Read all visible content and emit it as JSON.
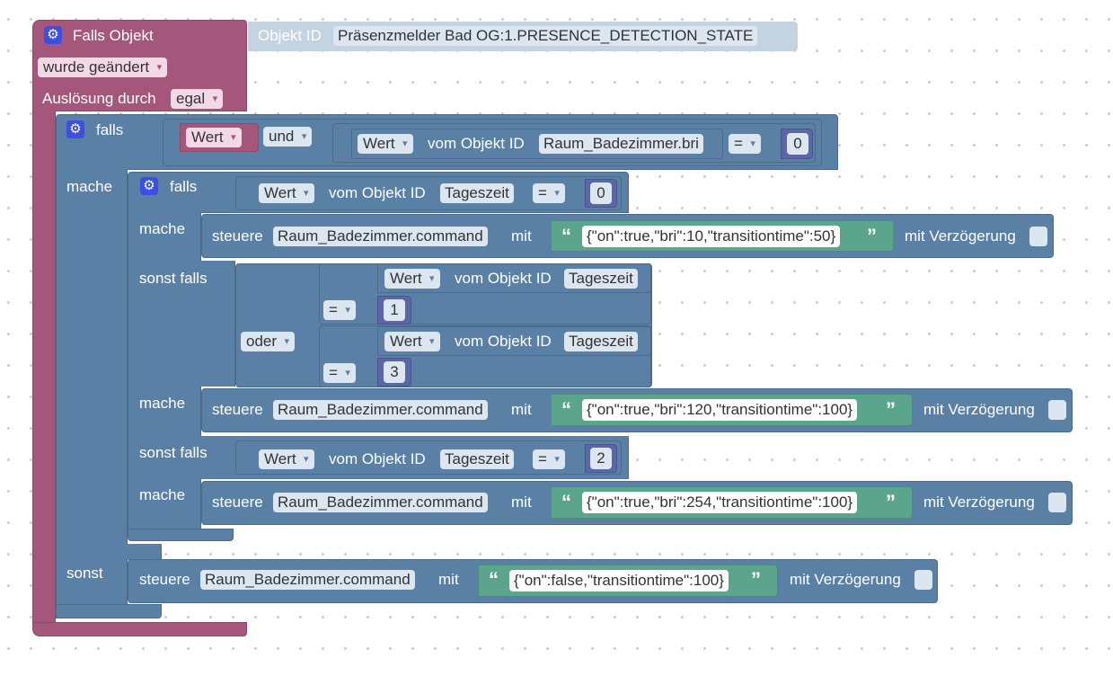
{
  "trigger": {
    "title": "Falls Objekt",
    "objekt_id_label": "Objekt ID",
    "objekt_id_value": "Präsenzmelder Bad OG:1.PRESENCE_DETECTION_STATE",
    "change_mode": "wurde geändert",
    "ausloesung_label": "Auslösung durch",
    "ausloesung_value": "egal"
  },
  "outer_if": {
    "falls_label": "falls",
    "wert_dropdown": "Wert",
    "logic_op": "und",
    "cond_wert": "Wert",
    "vom_objekt_label": "vom Objekt ID",
    "cond_object": "Raum_Badezimmer.bri",
    "cond_op": "=",
    "cond_value": "0",
    "mache_label": "mache",
    "sonst_label": "sonst"
  },
  "inner_if": {
    "falls_label": "falls",
    "c1_wert": "Wert",
    "vom_objekt_label": "vom Objekt ID",
    "c1_object": "Tageszeit",
    "c1_op": "=",
    "c1_value": "0",
    "mache_label": "mache",
    "sonst_falls_label": "sonst falls",
    "or_op": "oder",
    "c2a_wert": "Wert",
    "c2a_object": "Tageszeit",
    "c2a_op": "=",
    "c2a_value": "1",
    "c2b_wert": "Wert",
    "c2b_object": "Tageszeit",
    "c2b_op": "=",
    "c2b_value": "3",
    "c3_wert": "Wert",
    "c3_object": "Tageszeit",
    "c3_op": "=",
    "c3_value": "2"
  },
  "actions": {
    "steuere_label": "steuere",
    "mit_label": "mit",
    "delay_label": "mit Verzögerung",
    "target": "Raum_Badezimmer.command",
    "open_quote": "“",
    "close_quote": "”",
    "a1_value": "{\"on\":true,\"bri\":10,\"transitiontime\":50}",
    "a2_value": "{\"on\":true,\"bri\":120,\"transitiontime\":100}",
    "a3_value": "{\"on\":true,\"bri\":254,\"transitiontime\":100}",
    "a4_value": "{\"on\":false,\"transitiontime\":100}"
  },
  "icons": {
    "gear": "⚙"
  },
  "colors": {
    "event_block": "#a5577b",
    "logic_block": "#5b80a5",
    "number_block": "#5b67a5",
    "string_block": "#5ba58c",
    "object_id_block": "#c4d3e1"
  }
}
